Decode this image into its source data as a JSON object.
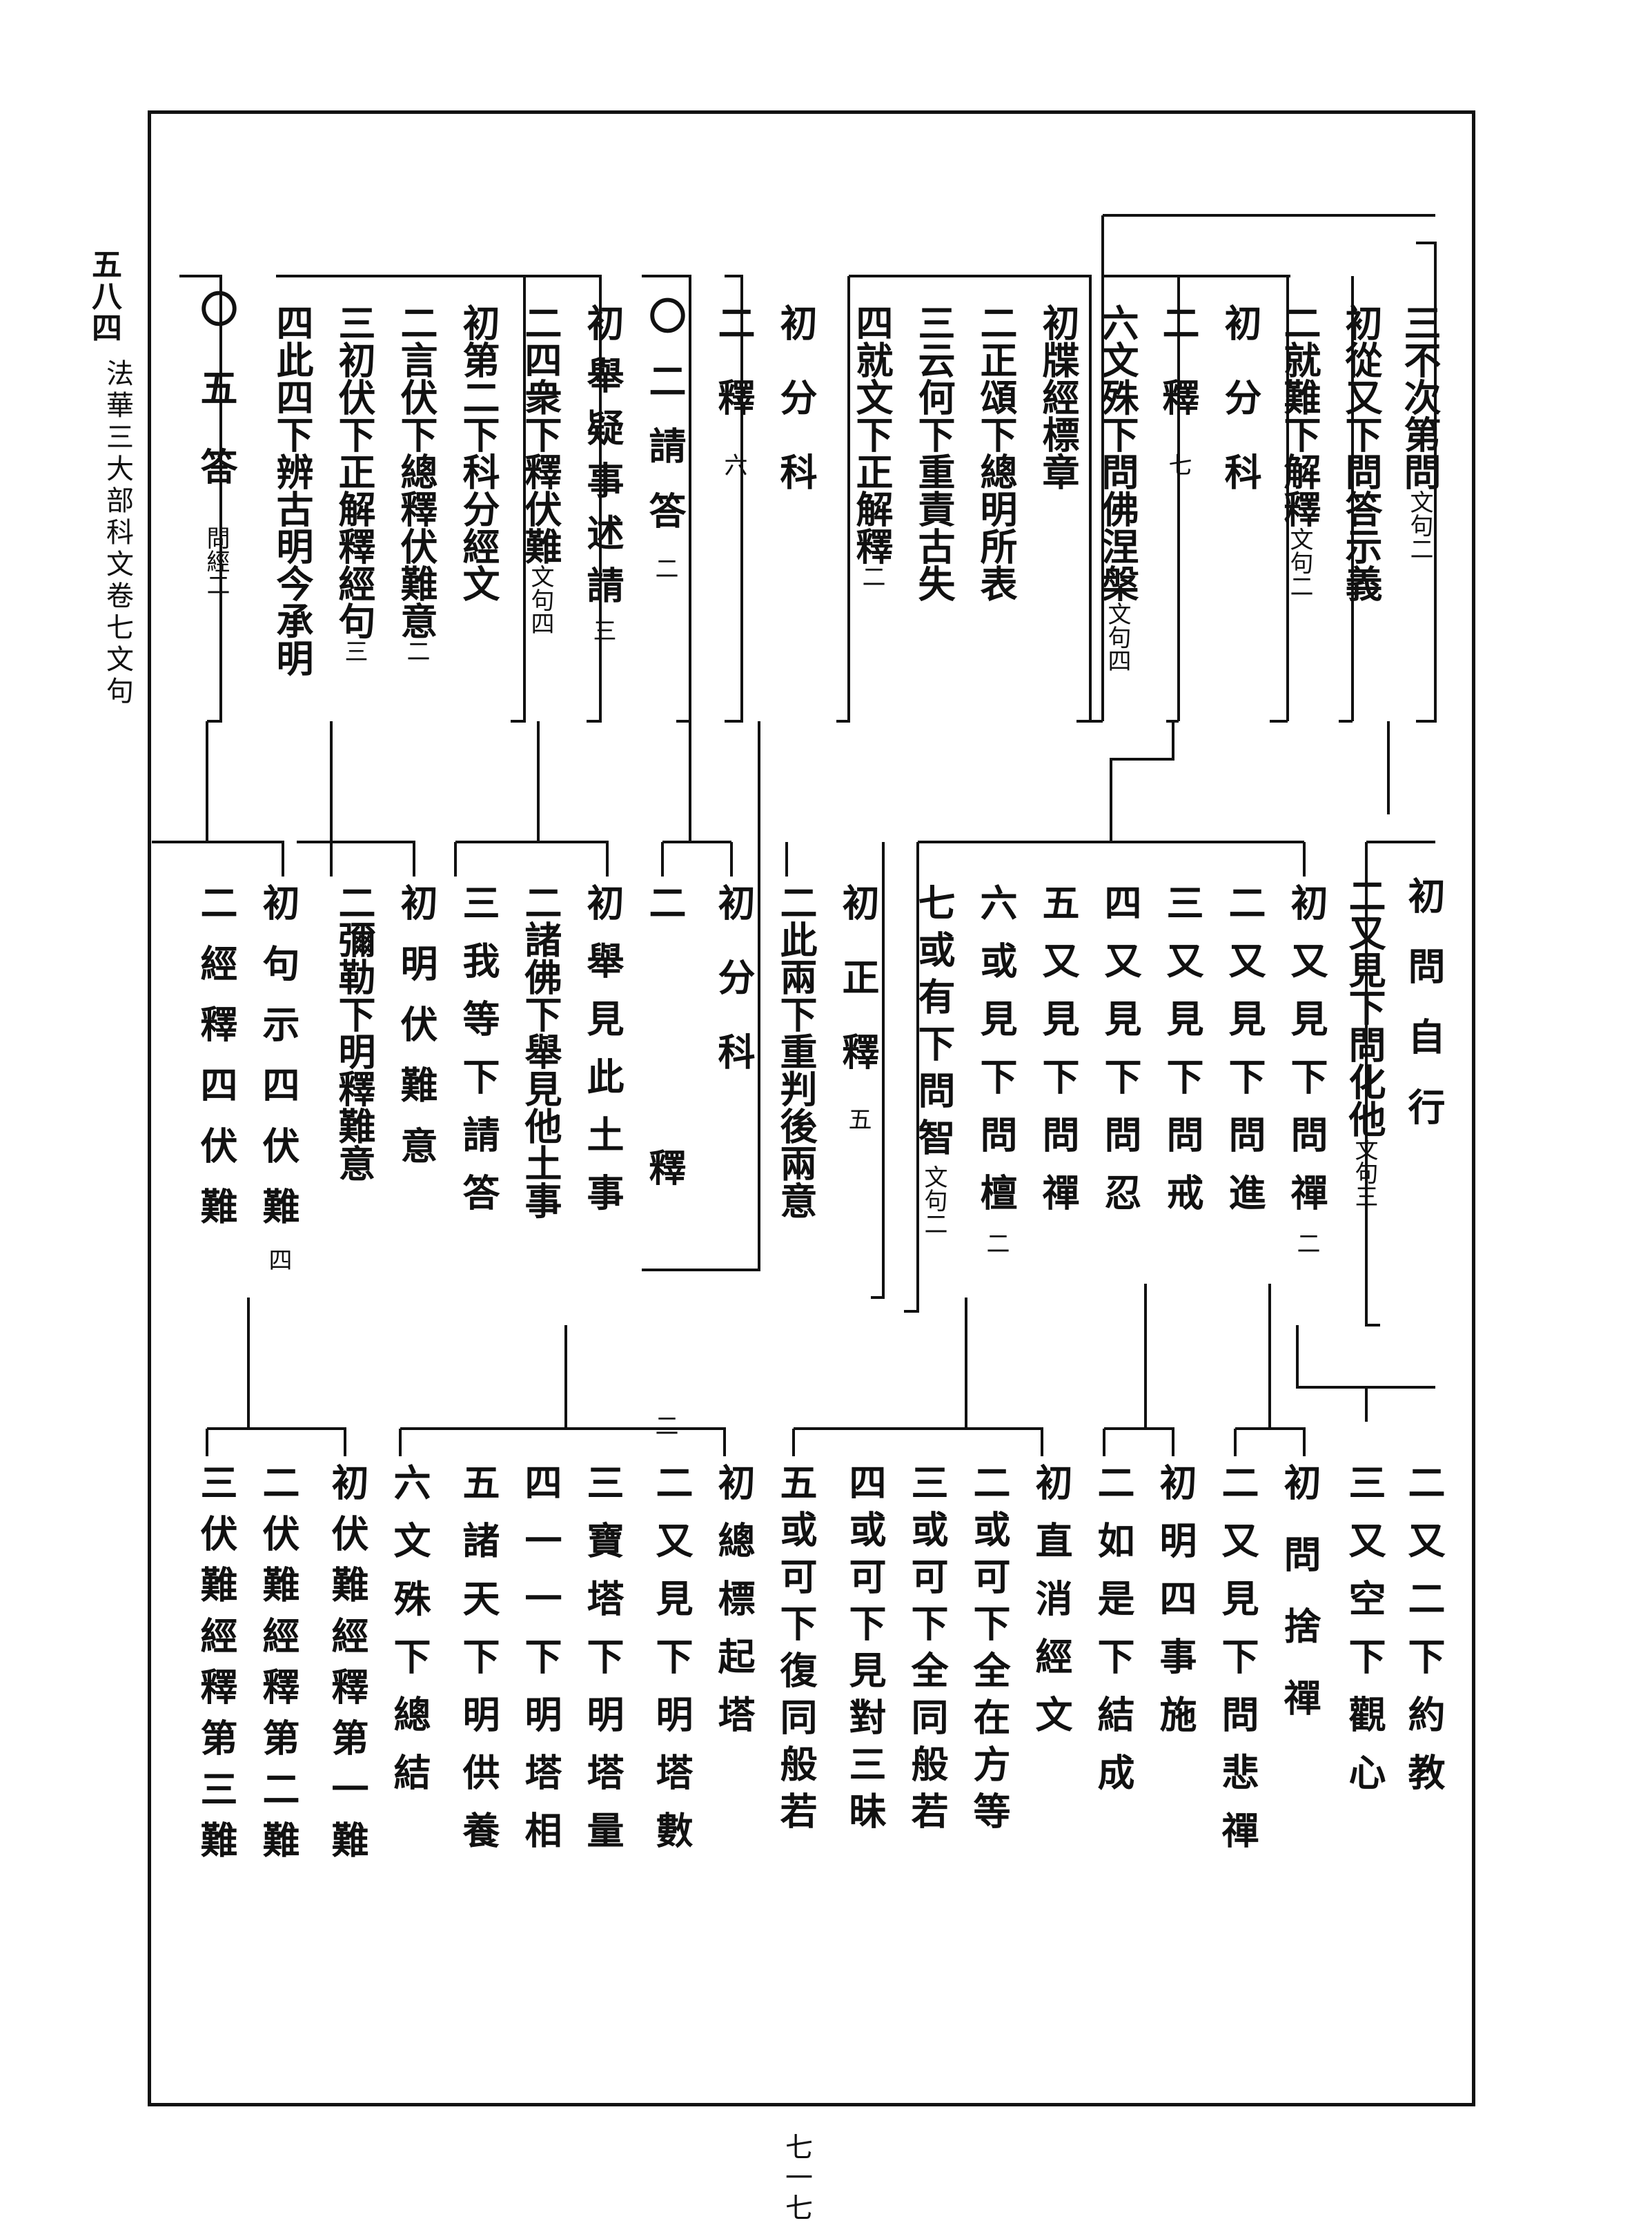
{
  "margin": {
    "volume_label": "五八四",
    "book_title": "法華三大部科文卷七文句",
    "page_number": "七一七"
  },
  "tree": {
    "tier1": [
      {
        "label": "三不次第問",
        "note": "文句二"
      },
      {
        "label": "初從又下問答示義",
        "note": ""
      },
      {
        "label": "二就難下解釋",
        "note": "文句二"
      },
      {
        "label": "初分科",
        "note": ""
      },
      {
        "label": "二釋",
        "note": "七"
      },
      {
        "label": "六文殊下問佛涅槃",
        "note": "文句四"
      },
      {
        "label": "初牒經標章",
        "note": ""
      },
      {
        "label": "二正頌下總明所表",
        "note": ""
      },
      {
        "label": "三云何下重責古失",
        "note": ""
      },
      {
        "label": "四就文下正解釋",
        "note": "二"
      },
      {
        "label": "初分科",
        "note": ""
      },
      {
        "label": "二釋",
        "note": "六"
      },
      {
        "label": "〇二請答",
        "note": "二"
      },
      {
        "label": "初舉疑事述請",
        "note": "三"
      },
      {
        "label": "二四衆下釋伏難",
        "note": "文句四"
      },
      {
        "label": "初第二下科分經文",
        "note": ""
      },
      {
        "label": "二言伏下總釋伏難意",
        "note": "二"
      },
      {
        "label": "三初伏下正解釋經句",
        "note": "三"
      },
      {
        "label": "四此四下辨古明今承明",
        "note": ""
      },
      {
        "label": "〇五答",
        "note": "問經二"
      }
    ],
    "tier2": [
      {
        "label": "初問自行",
        "note": ""
      },
      {
        "label": "二又見下問化他",
        "note": "文句三"
      },
      {
        "label": "初又見下問禪",
        "note": "二"
      },
      {
        "label": "二又見下問進",
        "note": ""
      },
      {
        "label": "三又見下問戒",
        "note": ""
      },
      {
        "label": "四又見下問忍",
        "note": ""
      },
      {
        "label": "五又見下問禪",
        "note": ""
      },
      {
        "label": "六或見下問檀",
        "note": "二"
      },
      {
        "label": "七或有下問智",
        "note": "文句二"
      },
      {
        "label": "初正釋",
        "note": "五"
      },
      {
        "label": "二此兩下重判後兩意",
        "note": ""
      },
      {
        "label": "初分科",
        "note": ""
      },
      {
        "label": "二釋",
        "note": "二"
      },
      {
        "label": "初舉見此土事",
        "note": ""
      },
      {
        "label": "二諸佛下舉見他土事",
        "note": ""
      },
      {
        "label": "三我等下請答",
        "note": ""
      },
      {
        "label": "初明伏難意",
        "note": ""
      },
      {
        "label": "二彌勒下明釋難意",
        "note": ""
      },
      {
        "label": "初句示四伏難",
        "note": "四"
      },
      {
        "label": "二經釋四伏難",
        "note": ""
      }
    ],
    "tier3": [
      {
        "label": "二又二下約教",
        "note": ""
      },
      {
        "label": "三又空下觀心",
        "note": ""
      },
      {
        "label": "初問捨禪",
        "note": ""
      },
      {
        "label": "二又見下問悲禪",
        "note": ""
      },
      {
        "label": "初明四事施",
        "note": ""
      },
      {
        "label": "二如是下結成",
        "note": ""
      },
      {
        "label": "初直消經文",
        "note": ""
      },
      {
        "label": "二或可下全在方等",
        "note": ""
      },
      {
        "label": "三或可下全同般若",
        "note": ""
      },
      {
        "label": "四或可下見對三昧",
        "note": ""
      },
      {
        "label": "五或可下復同般若",
        "note": ""
      },
      {
        "label": "初總標起塔",
        "note": ""
      },
      {
        "label": "二又見下明塔數",
        "note": ""
      },
      {
        "label": "三寶塔下明塔量",
        "note": ""
      },
      {
        "label": "四一一下明塔相",
        "note": ""
      },
      {
        "label": "五諸天下明供養",
        "note": ""
      },
      {
        "label": "六文殊下總結",
        "note": ""
      },
      {
        "label": "初伏難經釋第一難",
        "note": ""
      },
      {
        "label": "二伏難經釋第二難",
        "note": ""
      },
      {
        "label": "三伏難經釋第三難",
        "note": ""
      }
    ]
  }
}
